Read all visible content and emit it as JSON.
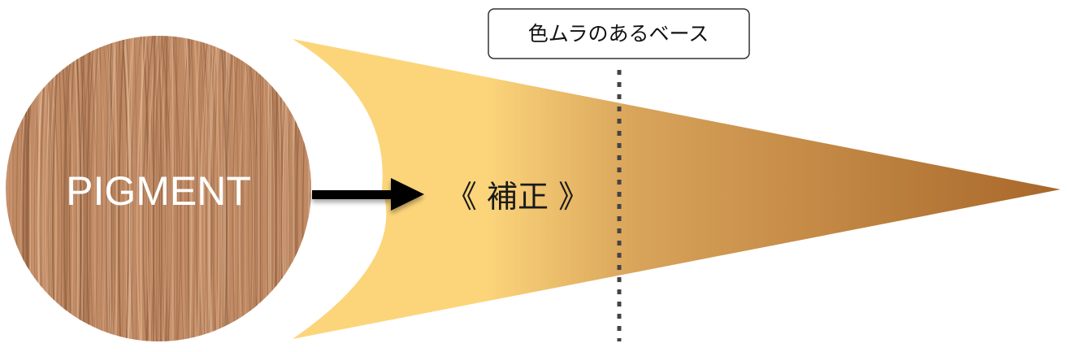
{
  "diagram": {
    "circle_label": "PIGMENT",
    "center_label": "《 補正 》",
    "callout_label": "色ムラのあるベース"
  },
  "colors": {
    "hair_base": "#c08a64",
    "hair_light": "#e2b896",
    "hair_dark": "#8f5f40",
    "cone_start": "#fcd57b",
    "cone_mid": "#d8a35a",
    "cone_end": "#a8672a",
    "arrow": "#000000",
    "dotted_line": "#444444",
    "callout_border": "#333333"
  }
}
